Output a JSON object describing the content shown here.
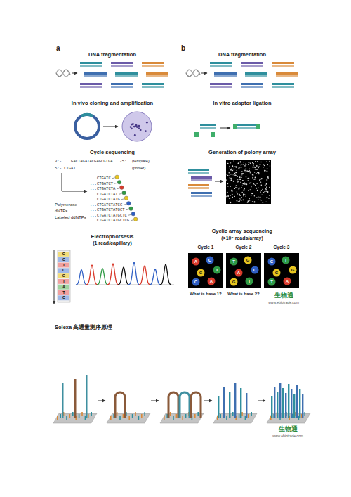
{
  "diagram": {
    "caption": "Solexa 高通量测序原理",
    "labels": [
      "a",
      "DNA fragmentation",
      "In vivo cloning and amplification",
      "Cycle sequencing",
      "3'-... GACTAGATACGAGCGTGA...-5'",
      "(template)",
      "5'- CTGAT",
      "(primer)",
      "...CTGATC",
      "...CTGATCT",
      "...CTGATCTA",
      "...CTGATCTAT",
      "...CTGATCTATG",
      "...CTGATCTATGC",
      "...CTGATCTATGCT",
      "...CTGATCTATGCTC",
      "...CTGATCTATGCTCG",
      "Polymerase",
      "dNTPs",
      "Labeled ddNTPs",
      "Electrophorsesis",
      "(1 read/capillary)",
      "G",
      "C",
      "T",
      "C",
      "G",
      "T",
      "A",
      "T",
      "C",
      "b",
      "DNA fragmentation",
      "In vitro adaptor ligation",
      "Generation of polony array",
      "Cyclic array sequencing",
      "(>10⁶ reads/array)",
      "Cycle 1",
      "Cycle 2",
      "Cycle 3",
      "What is base 1?",
      "What is base 2?",
      "生物通",
      "www.ebiotrade.com",
      "A",
      "C",
      "T",
      "G",
      "A",
      "C",
      "T",
      "G",
      "C",
      "A",
      "T",
      "G",
      "C",
      "T",
      "G",
      "G",
      "A",
      "T",
      "生物通",
      "www.ebiotrade.com"
    ]
  }
}
